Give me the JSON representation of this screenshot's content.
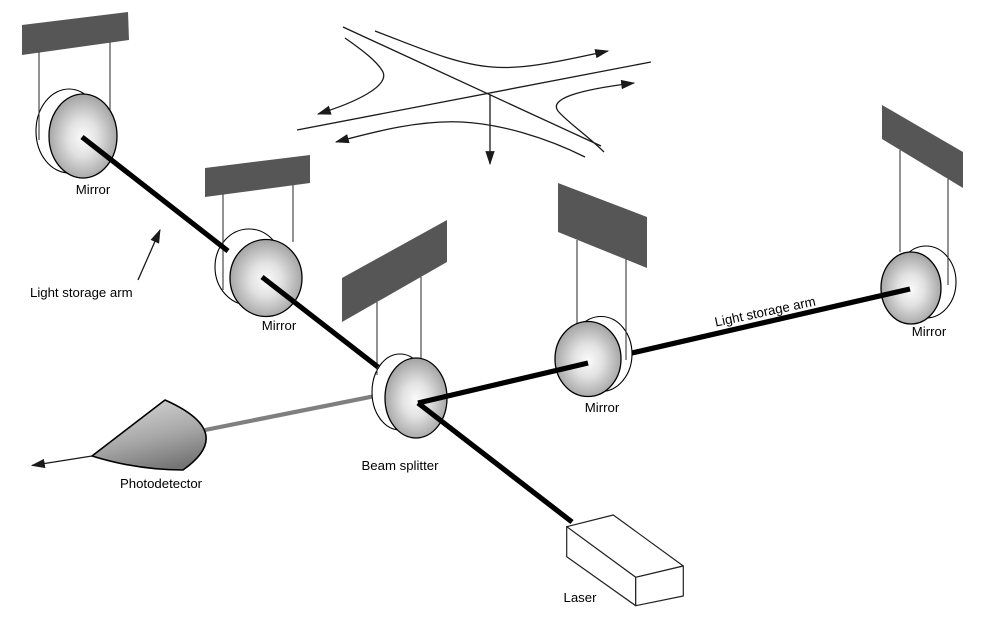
{
  "figure": {
    "type": "laser-interferometer-gravitational-wave-detector-diagram",
    "labels": {
      "mirror_top_left": "Mirror",
      "mirror_mid_left": "Mirror",
      "mirror_near_right": "Mirror",
      "mirror_far_right": "Mirror",
      "beam_splitter": "Beam splitter",
      "photodetector": "Photodetector",
      "laser": "Laser",
      "light_storage_arm_left": "Light storage arm",
      "light_storage_arm_right": "Light storage arm"
    },
    "colors": {
      "background": "#ffffff",
      "support_fill": "#565656",
      "beam": "#000000",
      "detector_beam": "#7f7f7f",
      "outline": "#1a1a1a",
      "mirror_edge": "#8e8e8e",
      "mirror_highlight": "#fbfbfb"
    }
  }
}
